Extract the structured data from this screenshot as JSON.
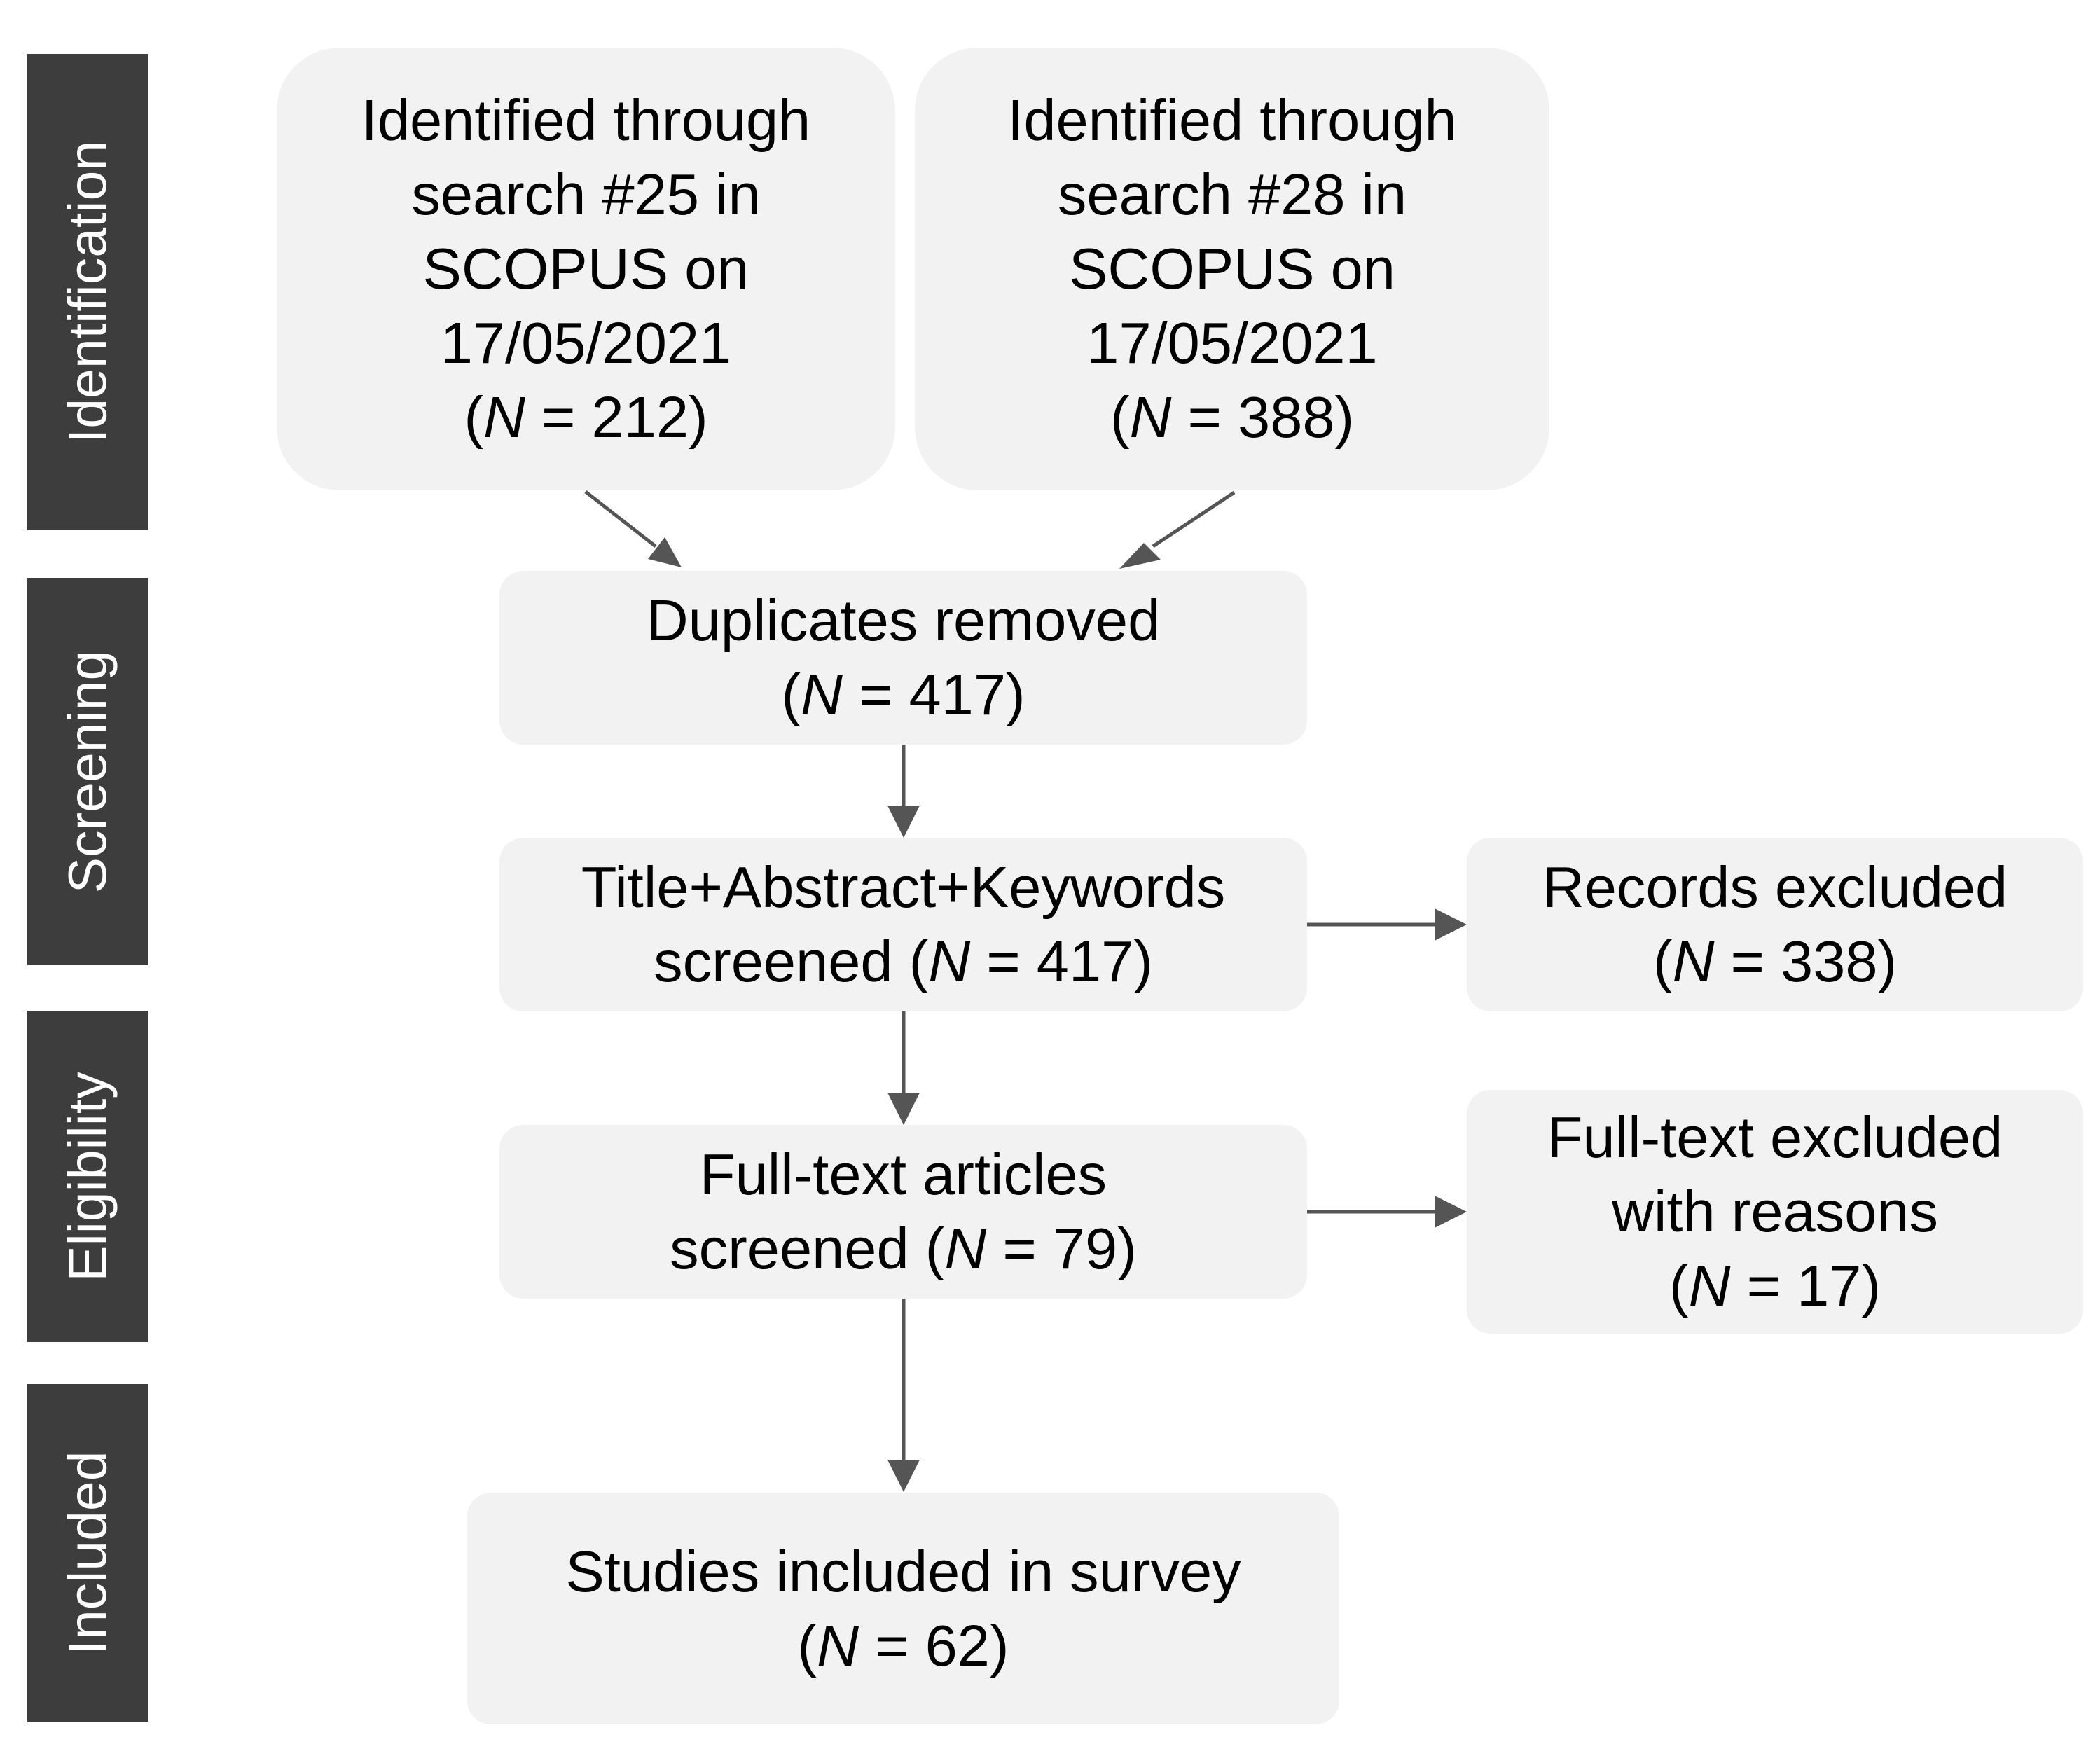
{
  "colors": {
    "stage_bar": "#3d3d3d",
    "stage_text": "#ffffff",
    "box_fill": "#f2f2f2",
    "arrow": "#555555",
    "text": "#000000"
  },
  "stages": {
    "identification": "Identification",
    "screening": "Screening",
    "eligibility": "Eligibility",
    "included": "Included"
  },
  "boxes": {
    "search25": {
      "lines": [
        "Identified through",
        "search #25 in",
        "SCOPUS on",
        "17/05/2021"
      ],
      "n_open": "(",
      "n_symbol": "N",
      "n_rest": " = 212)"
    },
    "search28": {
      "lines": [
        "Identified through",
        "search #28 in",
        "SCOPUS on",
        "17/05/2021"
      ],
      "n_open": "(",
      "n_symbol": "N",
      "n_rest": " = 388)"
    },
    "duplicates": {
      "lines": [
        "Duplicates removed"
      ],
      "n_open": "(",
      "n_symbol": "N",
      "n_rest": " = 417)"
    },
    "title_abstract": {
      "lines": [
        "Title+Abstract+Keywords"
      ],
      "n_open": "screened (",
      "n_symbol": "N",
      "n_rest": " = 417)"
    },
    "records_excluded": {
      "lines": [
        "Records excluded"
      ],
      "n_open": "(",
      "n_symbol": "N",
      "n_rest": " = 338)"
    },
    "fulltext_screened": {
      "lines": [
        "Full-text articles"
      ],
      "n_open": "screened (",
      "n_symbol": "N",
      "n_rest": " = 79)"
    },
    "fulltext_excluded": {
      "lines": [
        "Full-text excluded",
        "with reasons"
      ],
      "n_open": "(",
      "n_symbol": "N",
      "n_rest": " = 17)"
    },
    "included_studies": {
      "lines": [
        "Studies included in survey"
      ],
      "n_open": "(",
      "n_symbol": "N",
      "n_rest": " =  62)"
    }
  }
}
